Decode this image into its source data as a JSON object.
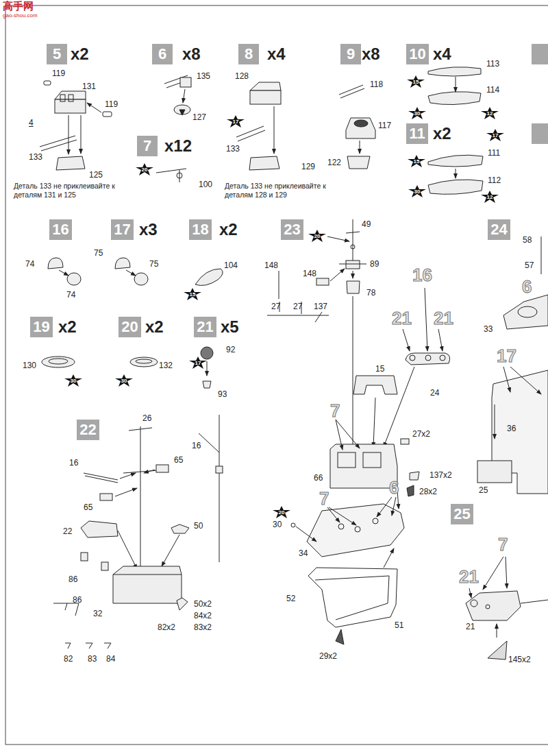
{
  "diagram": {
    "nodes": [
      {
        "text": [
          "5"
        ]
      },
      {
        "text": [
          "6"
        ]
      },
      {
        "text": [
          "8"
        ]
      },
      {
        "text": [
          "9"
        ]
      },
      {
        "text": [
          "10"
        ]
      },
      {
        "text": [
          "15"
        ]
      },
      {
        "text": [
          "30"
        ]
      },
      {
        "text": [
          "12"
        ]
      },
      {
        "text": [
          "17"
        ]
      },
      {
        "text": [
          "7"
        ]
      },
      {
        "text": [
          "11"
        ]
      },
      {
        "text": [
          "17"
        ]
      },
      {
        "text": [
          "15"
        ]
      },
      {
        "text": [
          "20"
        ]
      },
      {
        "text": [
          "30"
        ]
      },
      {
        "text": [
          "12"
        ]
      },
      {
        "text": [
          "16"
        ]
      },
      {
        "text": [
          "17"
        ]
      },
      {
        "text": [
          "18"
        ]
      },
      {
        "text": [
          "23"
        ]
      },
      {
        "text": [
          "24"
        ]
      },
      {
        "text": [
          "20"
        ]
      },
      {
        "text": [
          "15"
        ]
      },
      {
        "text": [
          "19"
        ]
      },
      {
        "text": [
          "20"
        ]
      },
      {
        "text": [
          "21"
        ]
      },
      {
        "text": [
          "17"
        ]
      },
      {
        "text": [
          "30"
        ]
      },
      {
        "text": [
          "30"
        ]
      },
      {
        "text": [
          "22"
        ]
      },
      {
        "text": [
          "25"
        ]
      },
      {
        "text": [
          "20"
        ]
      }
    ],
    "labels": [
      "高手网",
      "gao-shou.com",
      "x2",
      "119",
      "131",
      "119",
      "4",
      "133",
      "125",
      "Деталь 133 не приклеивайте к деталям 131 и 125",
      "x8",
      "135",
      "127",
      "x12",
      "100",
      "x4",
      "128",
      "133",
      "129",
      "Деталь 133 не приклеивайте к деталям 128 и 129",
      "x8",
      "118",
      "117",
      "122",
      "x4",
      "113",
      "114",
      "x2",
      "111",
      "112",
      "x3",
      "75",
      "74",
      "75",
      "74",
      "x2",
      "104",
      "49",
      "89",
      "148",
      "78",
      "148",
      "27",
      "27",
      "137",
      "16",
      "21",
      "21",
      "24",
      "15",
      "7",
      "27x2",
      "66",
      "137x2",
      "28x2",
      "6",
      "7",
      "30",
      "34",
      "52",
      "51",
      "29x2",
      "58",
      "57",
      "6",
      "33",
      "17",
      "36",
      "25",
      "x2",
      "130",
      "x2",
      "132",
      "x5",
      "92",
      "93",
      "26",
      "16",
      "16",
      "65",
      "65",
      "22",
      "50",
      "86",
      "86",
      "32",
      "50x2",
      "84x2",
      "83x2",
      "82x2",
      "82",
      "83",
      "84",
      "7",
      "21",
      "21",
      "145x2"
    ]
  }
}
